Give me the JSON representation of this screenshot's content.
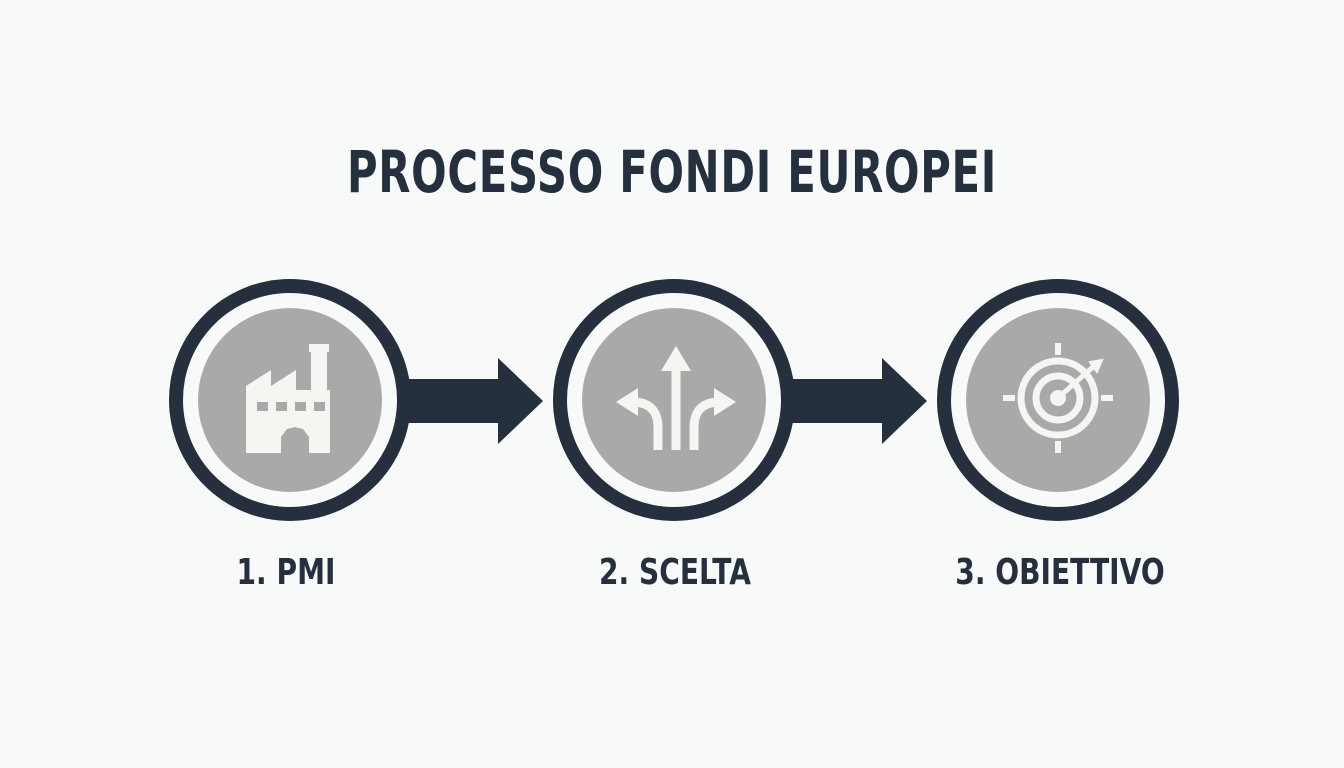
{
  "diagram": {
    "title": "PROCESSO FONDI EUROPEI",
    "colors": {
      "ring": "#252f3d",
      "inner_ring": "#f8f9f9",
      "disc": "#a9a9a9",
      "icon": "#f5f5f2",
      "arrow": "#252f3d",
      "text": "#252f3d",
      "background": "#f8f9f9"
    },
    "steps": [
      {
        "label": "1. PMI",
        "icon": "factory-icon"
      },
      {
        "label": "2. SCELTA",
        "icon": "split-arrows-icon"
      },
      {
        "label": "3. OBIETTIVO",
        "icon": "target-icon"
      }
    ],
    "connectors": [
      "arrow-right",
      "arrow-right"
    ]
  }
}
